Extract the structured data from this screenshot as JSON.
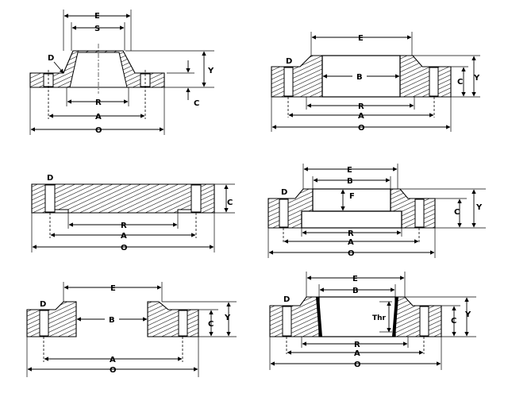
{
  "labels": {
    "E": "E",
    "S": "S",
    "D": "D",
    "Y": "Y",
    "C": "C",
    "R": "R",
    "A": "A",
    "O": "O",
    "B": "B",
    "F": "F",
    "Thr": "Thr"
  },
  "figures": [
    {
      "id": "weld-neck",
      "dims": [
        "E",
        "S",
        "D",
        "Y",
        "C",
        "R",
        "A",
        "O"
      ]
    },
    {
      "id": "slip-on",
      "dims": [
        "E",
        "D",
        "B",
        "C",
        "Y",
        "R",
        "A",
        "O"
      ]
    },
    {
      "id": "blind",
      "dims": [
        "D",
        "C",
        "R",
        "A",
        "O"
      ]
    },
    {
      "id": "socket-weld",
      "dims": [
        "E",
        "B",
        "D",
        "F",
        "C",
        "Y",
        "R",
        "A",
        "O"
      ]
    },
    {
      "id": "lap-joint",
      "dims": [
        "E",
        "D",
        "B",
        "C",
        "Y",
        "A",
        "O"
      ]
    },
    {
      "id": "threaded",
      "dims": [
        "E",
        "B",
        "D",
        "Thr",
        "C",
        "Y",
        "R",
        "A",
        "O"
      ]
    }
  ]
}
